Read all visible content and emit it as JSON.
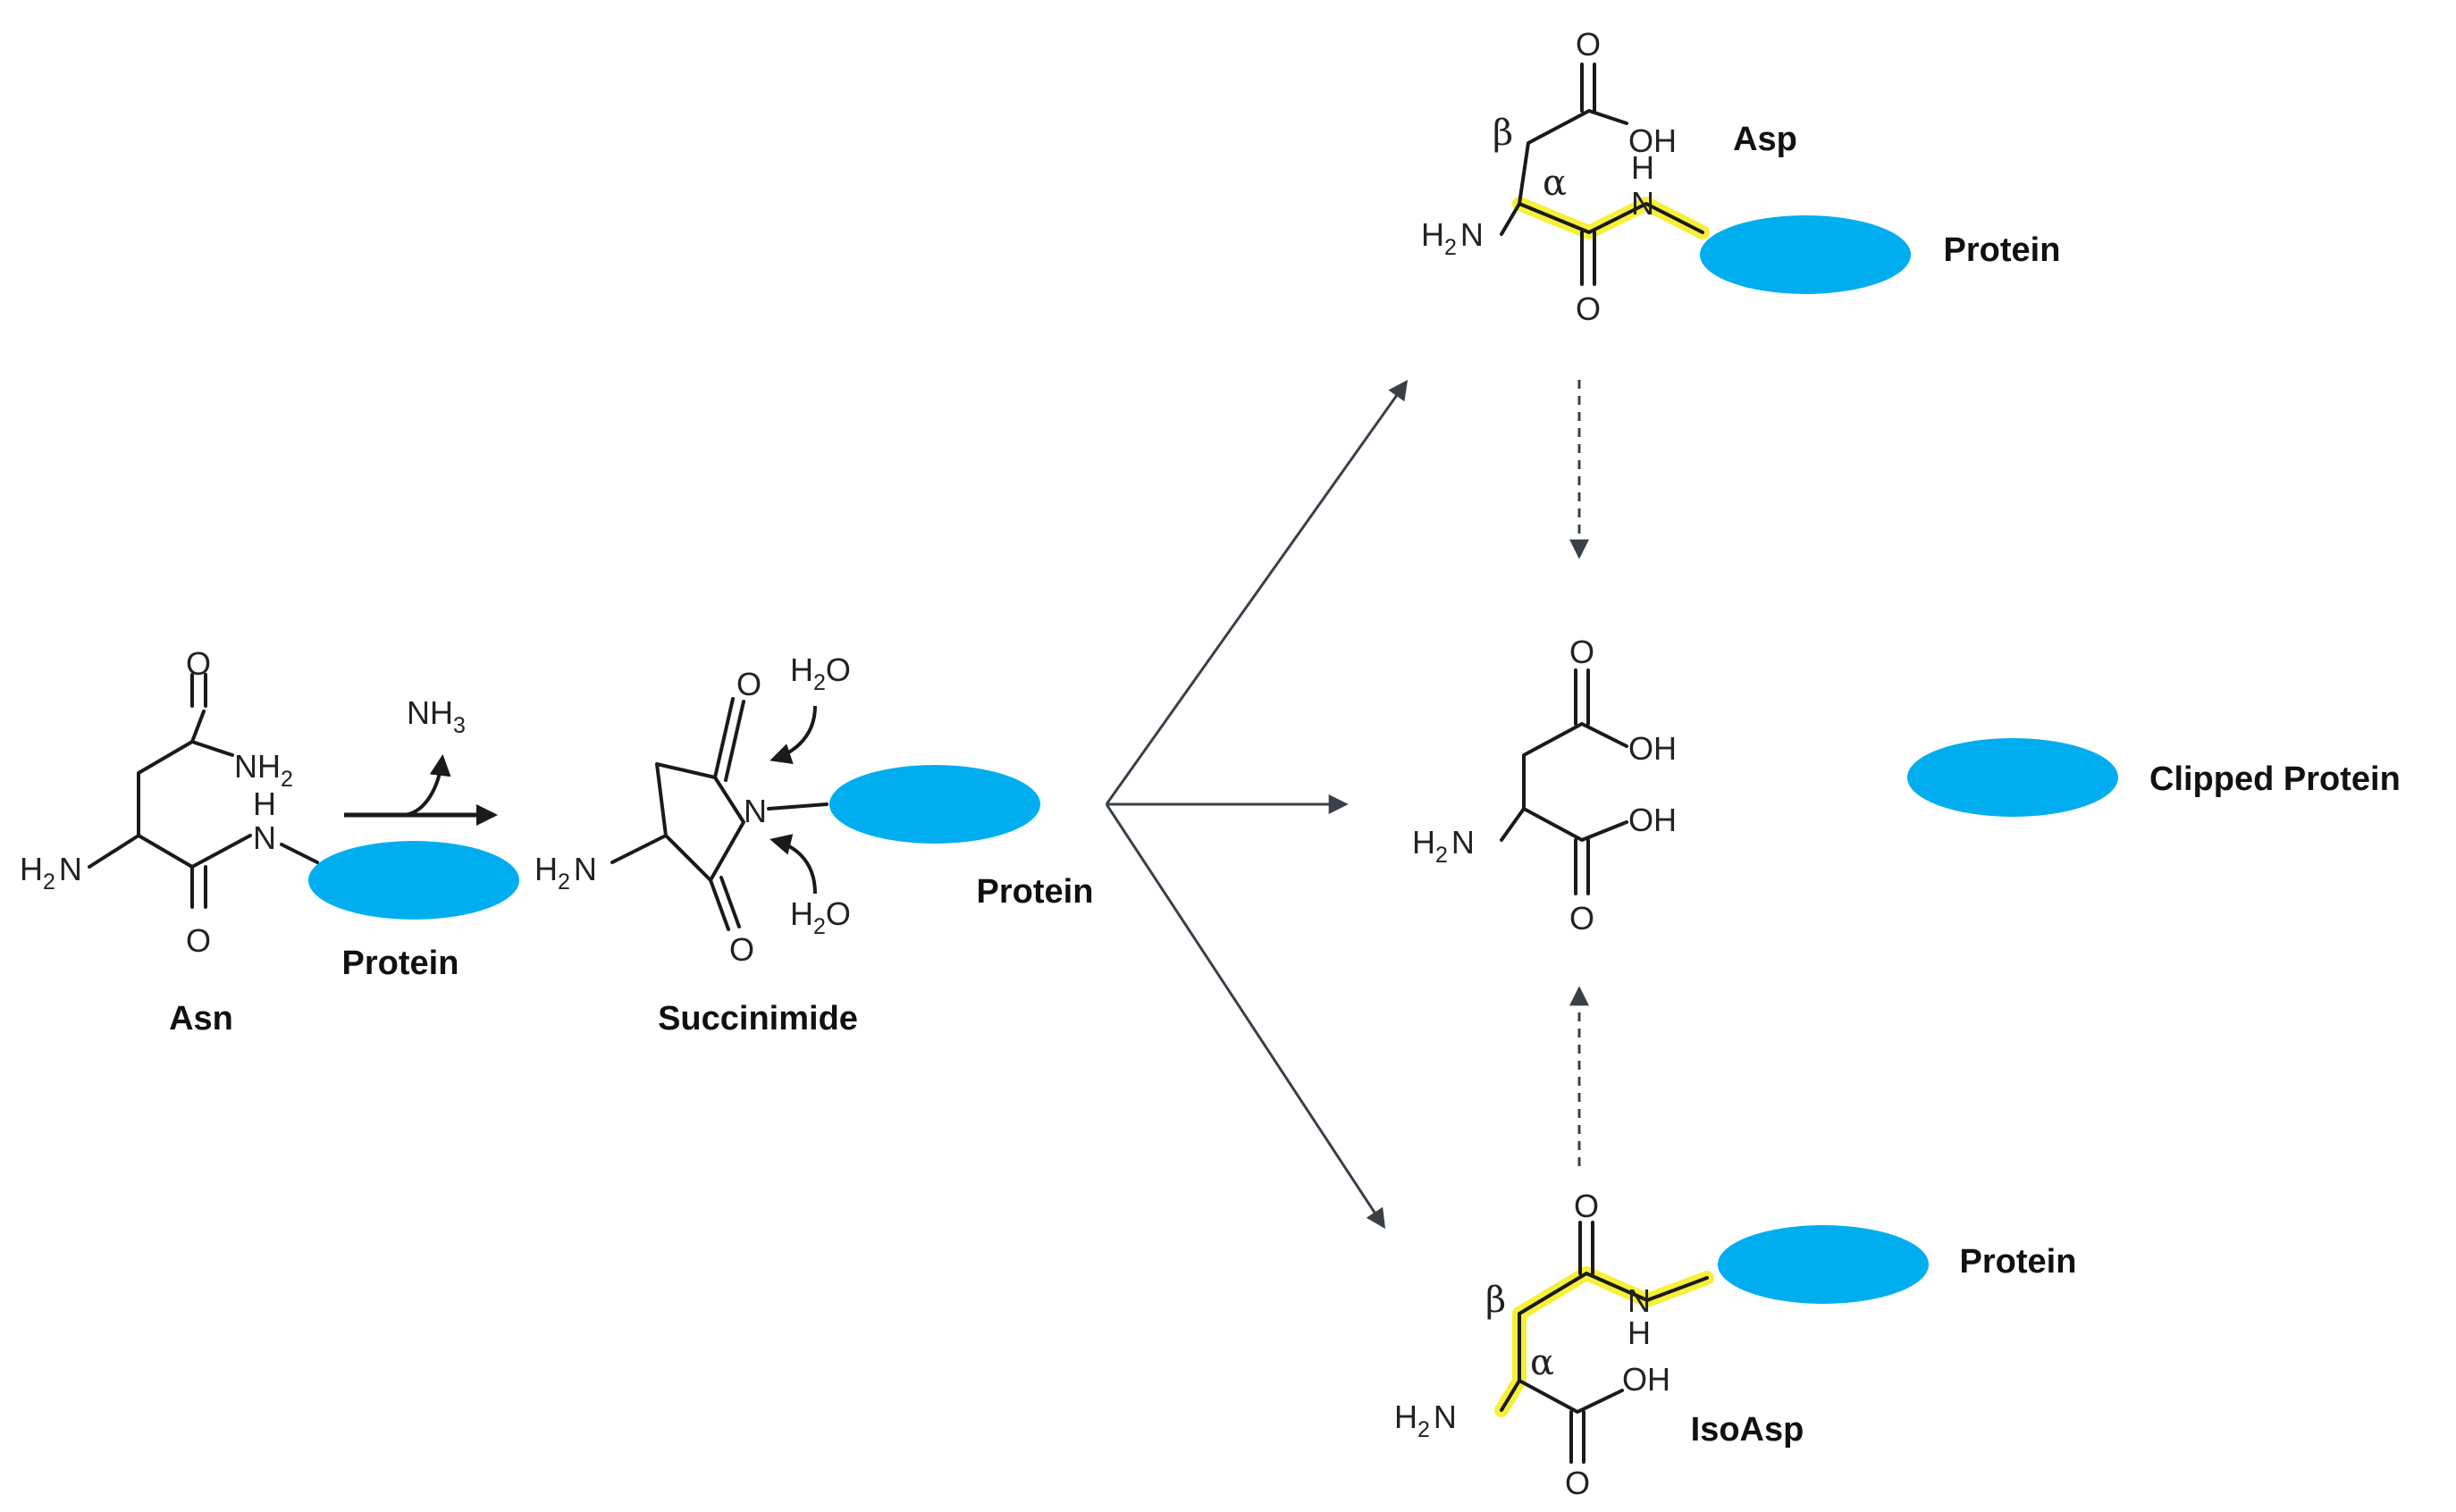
{
  "colors": {
    "protein": "#00aeef",
    "highlight": "#f6f03a",
    "arrow": "#3a4048"
  },
  "atoms": {
    "O": "O",
    "NH2": "NH",
    "two": "2",
    "NH3": "NH",
    "three": "3",
    "N": "N",
    "H": "H",
    "H2N_H": "H",
    "H2N_N": "N",
    "H2O_H": "H",
    "H2O_O": "O",
    "OH": "OH",
    "alpha": "α",
    "beta": "β"
  },
  "labels": {
    "asn": "Asn",
    "succinimide": "Succinimide",
    "asp": "Asp",
    "isoasp": "IsoAsp",
    "protein": "Protein",
    "clipped_protein": "Clipped Protein"
  }
}
